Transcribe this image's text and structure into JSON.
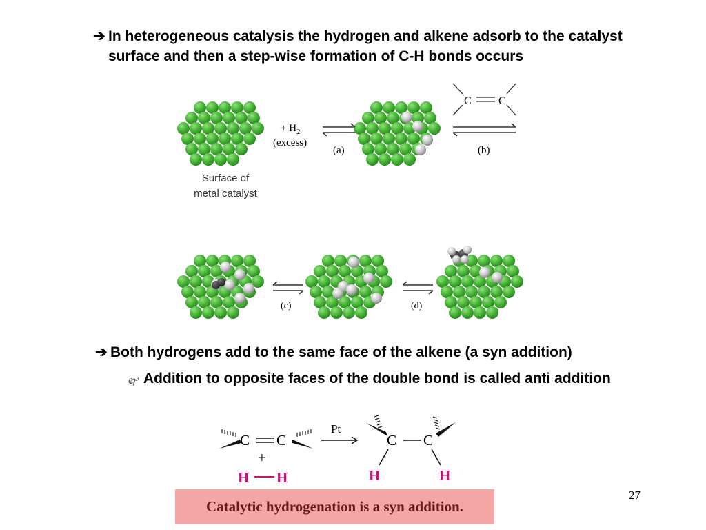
{
  "bullets": {
    "arrow": "➔",
    "first": "In heterogeneous catalysis the hydrogen and alkene adsorb to the catalyst surface and then a step-wise formation of C-H bonds occurs",
    "second": "Both hydrogens add to the same face of the alkene (a syn addition)",
    "sub_mark": "🙰",
    "sub": "Addition to opposite faces of the double bond is called anti addition"
  },
  "figure_top": {
    "reagent_line1": "+ H",
    "reagent_sub": "2",
    "reagent_line2": "(excess)",
    "step_a": "(a)",
    "step_b": "(b)",
    "step_c": "(c)",
    "step_d": "(d)",
    "surface_label_1": "Surface of",
    "surface_label_2": "metal catalyst",
    "alkene_c1": "C",
    "alkene_c2": "C"
  },
  "reaction": {
    "c_left": "C",
    "c_right": "C",
    "plus": "+",
    "h_left": "H",
    "h_right": "H",
    "catalyst": "Pt",
    "prod_c_left": "C",
    "prod_c_right": "C",
    "prod_h_left": "H",
    "prod_h_right": "H"
  },
  "caption": "Catalytic hydrogenation is a syn addition.",
  "page_number": "27",
  "colors": {
    "catalyst_green": "#4cbb3c",
    "hydrogen_gray": "#d0d0d0",
    "magenta": "#cc1177",
    "caption_bg": "#f4a6a6"
  }
}
